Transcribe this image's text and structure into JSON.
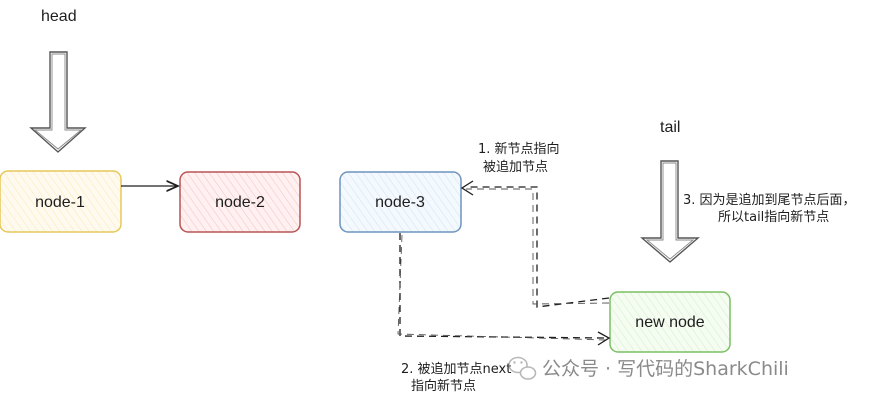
{
  "labels": {
    "head": "head",
    "tail": "tail"
  },
  "nodes": {
    "node1": {
      "label": "node-1",
      "fill": "#fff3c9",
      "stroke": "#e6c75a"
    },
    "node2": {
      "label": "node-2",
      "fill": "#ffd5d5",
      "stroke": "#b85454"
    },
    "node3": {
      "label": "node-3",
      "fill": "#e4f0fb",
      "stroke": "#6f94bd"
    },
    "new_node": {
      "label": "new node",
      "fill": "#e8f7e1",
      "stroke": "#7cbf63"
    }
  },
  "annotations": {
    "step1_line1": "1. 新节点指向",
    "step1_line2": "被追加节点",
    "step2_line1": "2. 被追加节点next",
    "step2_line2": "指向新节点",
    "step3_line1": "3. 因为是追加到尾节点后面，",
    "step3_line2": "所以tail指向新节点"
  },
  "watermark": {
    "icon": "wechat-icon",
    "text": "公众号 · 写代码的SharkChili"
  }
}
